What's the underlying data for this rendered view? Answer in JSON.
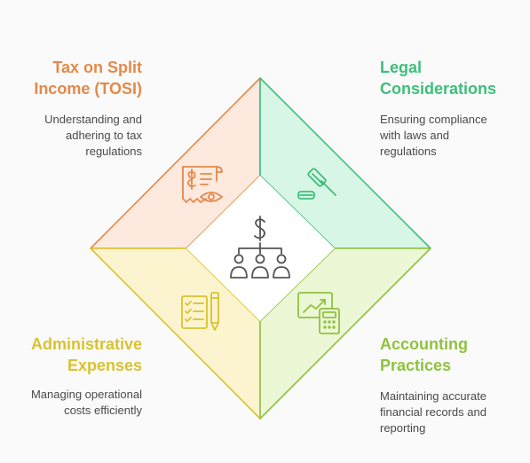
{
  "sections": [
    {
      "id": "tosi",
      "title_line1": "Tax on Split",
      "title_line2": "Income (TOSI)",
      "desc_line1": "Understanding and",
      "desc_line2": "adhering to tax",
      "desc_line3": "regulations",
      "color": "#e4894a",
      "fill": "#fde9de",
      "icon": "tax-document-icon"
    },
    {
      "id": "legal",
      "title_line1": "Legal",
      "title_line2": "Considerations",
      "desc_line1": "Ensuring compliance",
      "desc_line2": "with laws and",
      "desc_line3": "regulations",
      "color": "#3dbf7a",
      "fill": "#d8f6e6",
      "icon": "gavel-icon"
    },
    {
      "id": "admin",
      "title_line1": "Administrative",
      "title_line2": "Expenses",
      "desc_line1": "Managing operational",
      "desc_line2": "costs efficiently",
      "color": "#d9c22f",
      "fill": "#fbf4cf",
      "icon": "checklist-icon"
    },
    {
      "id": "accounting",
      "title_line1": "Accounting",
      "title_line2": "Practices",
      "desc_line1": "Maintaining accurate",
      "desc_line2": "financial records and",
      "desc_line3": "reporting",
      "color": "#8fc23d",
      "fill": "#ecf7d6",
      "icon": "calculator-chart-icon"
    }
  ],
  "center": {
    "icon": "dollar-org-chart-icon"
  }
}
